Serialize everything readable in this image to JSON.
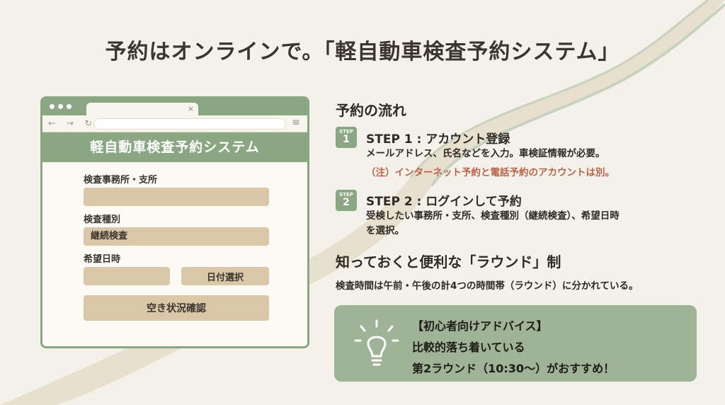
{
  "page": {
    "title": "予約はオンラインで。「軽自動車検査予約システム」"
  },
  "browser": {
    "tab_close": "×",
    "nav_icons": "← → ↻",
    "menu_icon": "≡",
    "app_title": "軽自動車検査予約システム",
    "form": {
      "office_label": "検査事務所・支所",
      "office_value": "",
      "inspection_type_label": "検査種別",
      "inspection_type_value": "継続検査",
      "datetime_label": "希望日時",
      "date_value": "",
      "date_select_button": "日付選択",
      "availability_button": "空き状況確認"
    }
  },
  "flow": {
    "title": "予約の流れ",
    "steps": [
      {
        "badge_label": "STEP",
        "badge_number": "1",
        "title": "STEP 1 : アカウント登録",
        "description": "メールアドレス、氏名などを入力。車検証情報が必要。",
        "note": "（注）インターネット予約と電話予約のアカウントは別。"
      },
      {
        "badge_label": "STEP",
        "badge_number": "2",
        "title": "STEP 2 : ログインして予約",
        "description_line1": "受検したい事務所・支所、検査種別（継続検査）、希望日時",
        "description_line2": "を選択。"
      }
    ]
  },
  "round": {
    "title": "知っておくと便利な「ラウンド」制",
    "description": "検査時間は午前・午後の計4つの時間帯（ラウンド）に分かれている。"
  },
  "advice": {
    "icon": "lightbulb-icon",
    "heading": "【初心者向けアドバイス】",
    "line1": "比較的落ち着いている",
    "line2": "第2ラウンド（10:30〜）がおすすめ！"
  },
  "colors": {
    "background": "#f3f1ea",
    "accent_green": "#8aa683",
    "field_tan": "#d9c7a7",
    "note_red": "#b9644a",
    "advice_green": "#9fb397"
  }
}
